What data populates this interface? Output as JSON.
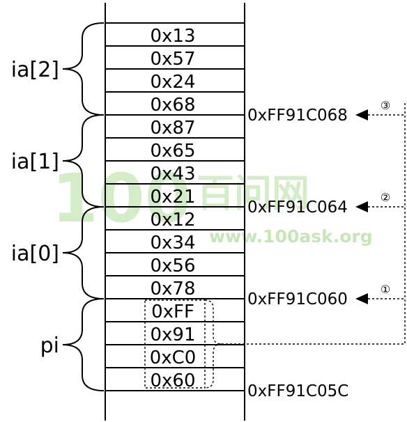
{
  "watermark": {
    "logo": "100",
    "cn": "百问网",
    "url": "www.100ask.org"
  },
  "cells": [
    "0x13",
    "0x57",
    "0x24",
    "0x68",
    "0x87",
    "0x65",
    "0x43",
    "0x21",
    "0x12",
    "0x34",
    "0x56",
    "0x78",
    "0xFF",
    "0x91",
    "0xC0",
    "0x60"
  ],
  "groups": [
    {
      "label": "ia[2]",
      "first_cell": 0,
      "last_cell": 3
    },
    {
      "label": "ia[1]",
      "first_cell": 4,
      "last_cell": 7
    },
    {
      "label": "ia[0]",
      "first_cell": 8,
      "last_cell": 11
    },
    {
      "label": "pi",
      "first_cell": 12,
      "last_cell": 15
    }
  ],
  "addresses": [
    {
      "text": "0xFF91C068",
      "cell": 3,
      "arrow": true,
      "marker": "③"
    },
    {
      "text": "0xFF91C064",
      "cell": 7,
      "arrow": true,
      "marker": "②"
    },
    {
      "text": "0xFF91C060",
      "cell": 11,
      "arrow": true,
      "marker": "①"
    },
    {
      "text": "0xFF91C05C",
      "cell": 15,
      "arrow": false,
      "marker": ""
    }
  ]
}
